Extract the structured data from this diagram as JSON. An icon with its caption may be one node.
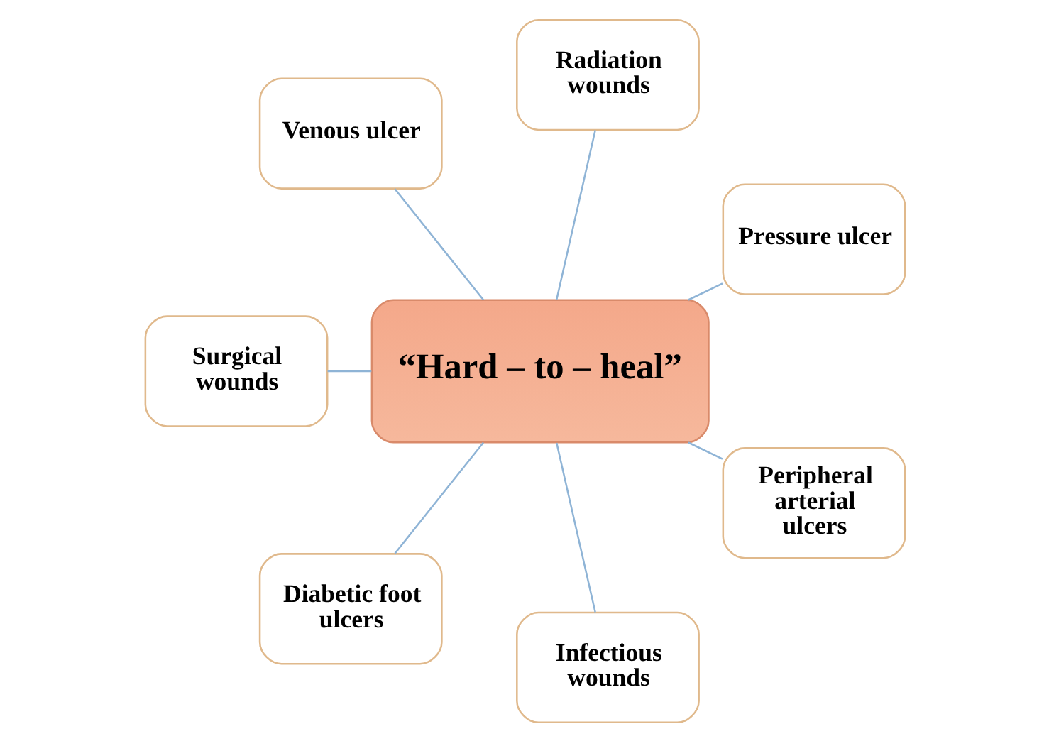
{
  "diagram": {
    "nodes": [
      {
        "text": [
          "Pressure ulcer"
        ]
      },
      {
        "text": [
          "Radiation wounds"
        ]
      },
      {
        "text": [
          "Venous ulcer"
        ]
      },
      {
        "text": [
          "“Hard – to – heal”"
        ]
      },
      {
        "text": [
          "Surgical wounds"
        ]
      },
      {
        "text": [
          "Diabetic foot ulcers"
        ]
      },
      {
        "text": [
          "Infectious wounds"
        ]
      },
      {
        "text": [
          "Peripheral arterial ulcers"
        ]
      }
    ],
    "edges": [
      {
        "from": 3,
        "to": 0,
        "arrow": "none"
      },
      {
        "from": 3,
        "to": 1,
        "arrow": "none"
      },
      {
        "from": 3,
        "to": 2,
        "arrow": "none"
      },
      {
        "from": 3,
        "to": 4,
        "arrow": "none"
      },
      {
        "from": 3,
        "to": 5,
        "arrow": "none"
      },
      {
        "from": 3,
        "to": 6,
        "arrow": "none"
      },
      {
        "from": 3,
        "to": 7,
        "arrow": "none"
      }
    ]
  }
}
